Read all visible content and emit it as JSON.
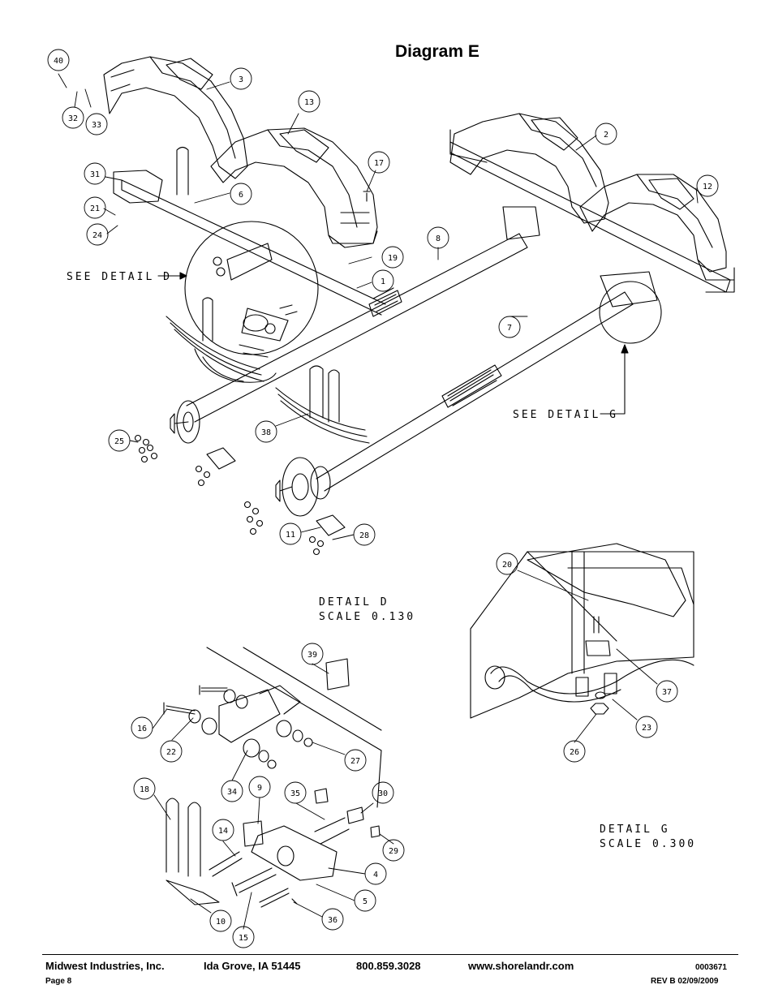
{
  "title": "Diagram E",
  "callouts_main": [
    "40",
    "32",
    "33",
    "3",
    "13",
    "2",
    "12",
    "17",
    "31",
    "6",
    "21",
    "24",
    "19",
    "1",
    "8",
    "7",
    "25",
    "38",
    "11",
    "28"
  ],
  "callouts_detail_d": [
    "39",
    "16",
    "22",
    "27",
    "18",
    "34",
    "9",
    "35",
    "30",
    "14",
    "29",
    "4",
    "5",
    "10",
    "15",
    "36"
  ],
  "callouts_detail_g": [
    "20",
    "37",
    "23",
    "26"
  ],
  "labels": {
    "see_detail_d": "SEE DETAIL  D",
    "see_detail_g": "SEE DETAIL  G",
    "detail_d_name": "DETAIL  D",
    "detail_d_scale": "SCALE  0.130",
    "detail_g_name": "DETAIL  G",
    "detail_g_scale": "SCALE  0.300"
  },
  "footer": {
    "company": "Midwest Industries, Inc.",
    "city": "Ida Grove, IA  51445",
    "phone": "800.859.3028",
    "website": "www.shorelandr.com",
    "part_number": "0003671",
    "page": "Page 8",
    "revision": "REV B  02/09/2009"
  }
}
